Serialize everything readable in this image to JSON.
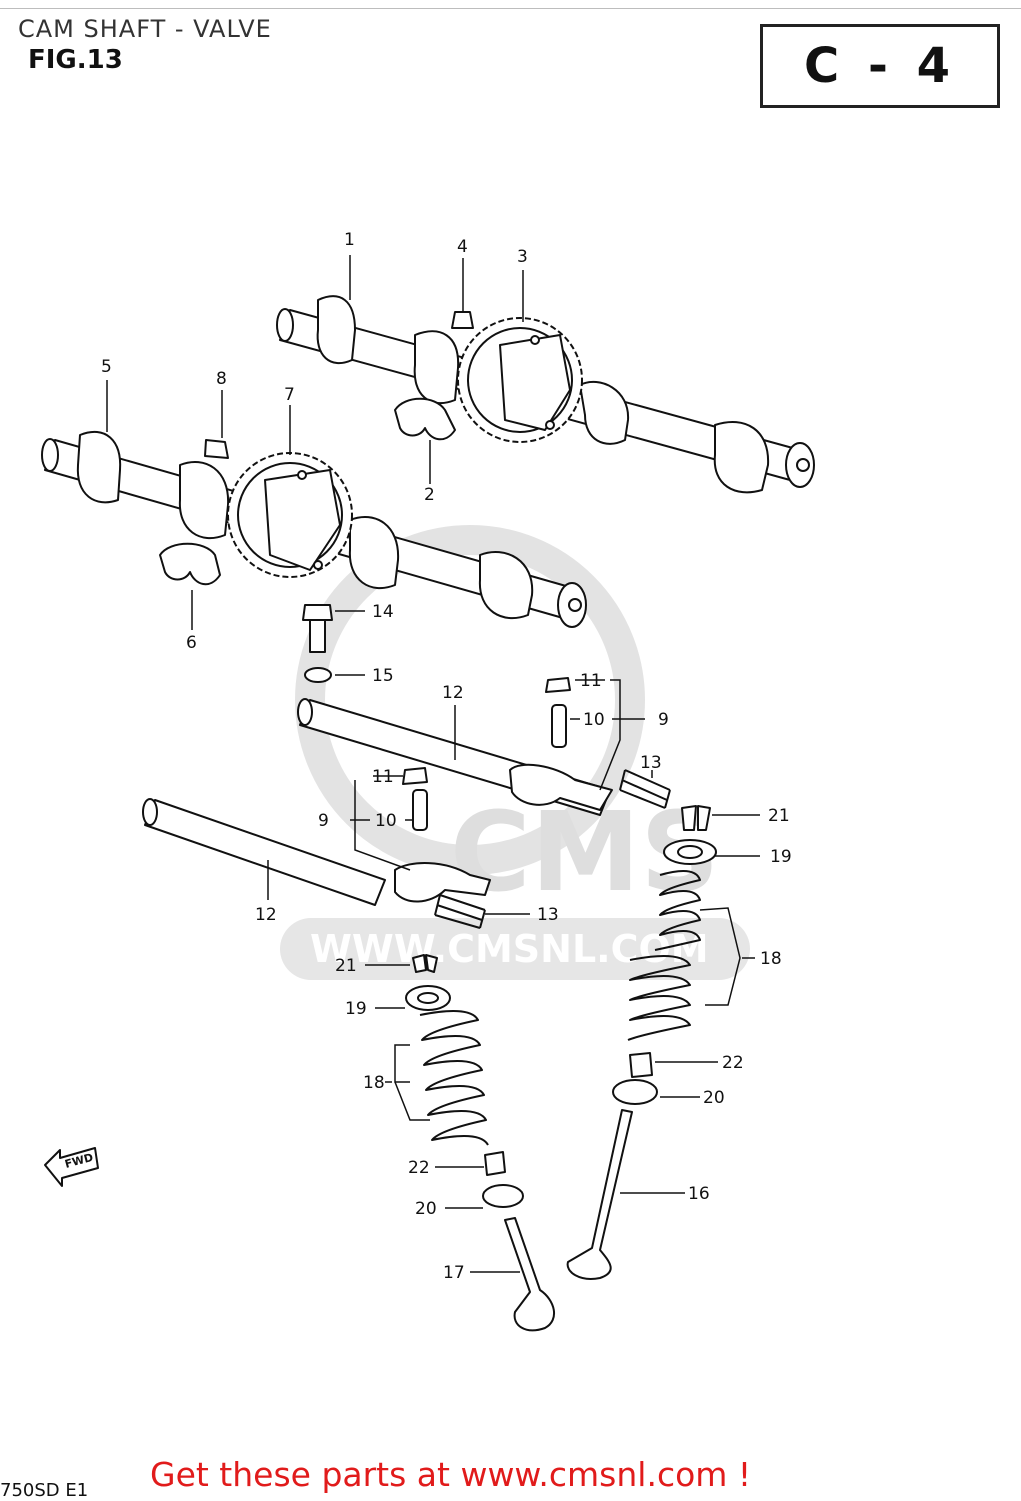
{
  "header": {
    "title": "CAM SHAFT - VALVE",
    "figure": "FIG.13",
    "section_code": "C - 4"
  },
  "watermark": {
    "brand": "CMS",
    "url": "WWW.CMSNL.COM"
  },
  "callouts": {
    "c1": "1",
    "c2": "2",
    "c3": "3",
    "c4": "4",
    "c5": "5",
    "c6": "6",
    "c7": "7",
    "c8": "8",
    "c9a": "9",
    "c9b": "9",
    "c10a": "10",
    "c10b": "10",
    "c11a": "11",
    "c11b": "11",
    "c12a": "12",
    "c12b": "12",
    "c13a": "13",
    "c13b": "13",
    "c14": "14",
    "c15": "15",
    "c16": "16",
    "c17": "17",
    "c18a": "18",
    "c18b": "18",
    "c19a": "19",
    "c19b": "19",
    "c20a": "20",
    "c20b": "20",
    "c21a": "21",
    "c21b": "21",
    "c22a": "22",
    "c22b": "22"
  },
  "direction_label": "FWD",
  "footer": {
    "cta": "Get these parts at www.cmsnl.com !",
    "corner_code": "750SD E1"
  },
  "colors": {
    "cta": "#e11b1b",
    "line": "#111111",
    "watermark": "#d9d9d9"
  }
}
